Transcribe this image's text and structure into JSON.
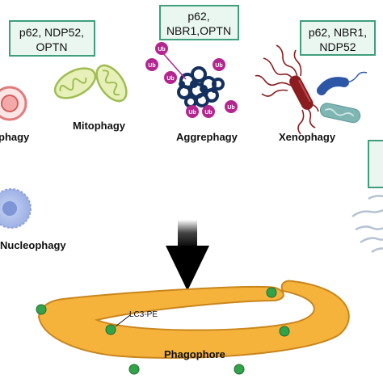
{
  "receptor_boxes": {
    "mitophagy": {
      "line1": "p62, NDP52,",
      "line2": "OPTN"
    },
    "aggrephagy": {
      "line1": "p62,",
      "line2": "NBR1,OPTN"
    },
    "xenophagy": {
      "line1": "p62, NBR1,",
      "line2": "NDP52"
    }
  },
  "labels": {
    "left_cut": "phagy",
    "mitophagy": "Mitophagy",
    "aggrephagy": "Aggrephagy",
    "xenophagy": "Xenophagy",
    "nucleophagy": "Nucleophagy",
    "lc3": "LC3-PE",
    "phagophore": "Phagophore"
  },
  "ub_tag": "Ub",
  "colors": {
    "box_fill": "#eaf6f0",
    "box_border": "#3f9e7c",
    "ub": "#b3268f",
    "aggregate": "#14305e",
    "mito_fill": "#e6f0b8",
    "mito_line": "#9fbd52",
    "phagophore": "#f6b33c",
    "phagophore_edge": "#c9861d",
    "lc3": "#33a34b",
    "bacterium_red": "#8b1d20",
    "bacterium_blue": "#2d57a6",
    "bacterium_teal": "#7fb6b4",
    "arrow": "#111111"
  }
}
